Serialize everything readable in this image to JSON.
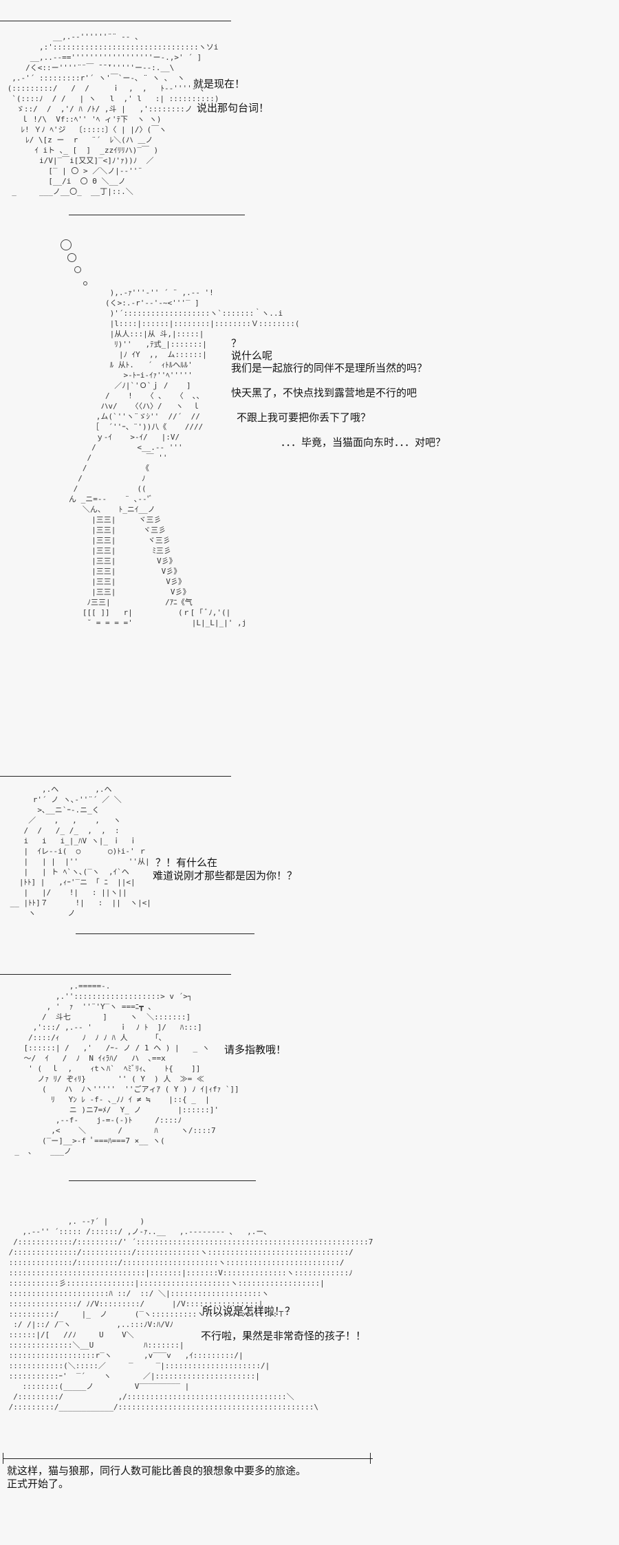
{
  "panel1": {
    "lines": [
      "就是现在！",
      "说出那句台词！"
    ],
    "ascii": "           __,.-‐''''''¨¨ ‐- 、\n        ,:'::::::::::::::::::::::::::::::::ヽソi\n      __,..-‐==''''''''''''''''''ー-.,>' ´ ]\n     /く<::ー''''¨¨￣ ̄ ̄ ̄''''''ー-‐:.__\\\n  ,.-'´ :::::::::r'´ ヽ'￣`ー-､ ¨ ヽ ､  ヽ\n (:::::::::/   /  /     ｉ  ,  ,   ﾄ-‐''''‐ ､\n  `(::::ﾉ  / /   | ヽ   l  ,' l   :| ::::::::::)\n   ゞ::/  /  ,'/ ﾊ /ﾄ/ ,斗 |   ,'::::::::ノ\n    ｌ !/\\  Vf::ﾍ'' 'ﾍ ィ'ﾃ下  ヽ ヽ)\n    ﾚ! Ｙﾉ ﾍ'ジ  〔:::::〕〈 | |/〉(￣ヽ\n     ﾚ/ \\[z ー  r   ¨´  ﾚ＼(ハ ＿ノ\n       ｲ iト ､_ [  ]  _zzｲﾘﾘハ)‾￣ )\n        i/V|‾￣i[又又]‾<]ﾉ'ｧ))ﾉ  ／\n          [‾ | 〇 > ／＼ノ|‐‐''¨\n          [__/i  〇 Θ ＼__ノ\n  _     ___ノ__〇_  __丁|::.＼"
  },
  "panel2": {
    "lines": [
      "？",
      "说什么呢",
      "我们是一起旅行的同伴不是理所当然的吗？",
      "快天黑了，不快点找到露营地是不行的吧",
      "不跟上我可要把你丢下了哦？",
      "．．．毕竟，当猫面向东时．．．对吧？"
    ],
    "ascii": "         ),.-ｧ'''‐'' ´ ¨ ,.-‐ '!\n        (く>:.-r'‐‐'‐~<'''‾ ]\n         )'´:::::::::::::::::::ヽ`:::::::｀ヽ..i\n         |l::::|::::::|::::::::|::::::::Ｖ::::::::(\n         |从人:::|从 斗,|:::::|\n          ﾘ)''   ,ﾃ式_|:::::::|\n           |ﾉ ｲY  ,,  ム::::::|\n         ﾙ 从ﾄ.   ´  ｨﾄﾙヘﾙﾙ'\n            >-ﾄｰi-ｲｧ''ﾍ'''''\n          ／ﾉ|`'Ｏ`ｊ /    ]\n        /    !   〈 ､   〈  ､、\n       ハv/   〈〈ハ〉/   ヽ  ｌ\n      ,ム(`''ヽ¨ゞｼ''  //´  //\n     ［  ´''ｰ、¨'))八《    ////\n      ｙ-ｲ    >-ｲ/   |:V/\n     /         <__.-‐ '''\n    /            ￣ ''\n   /            《\n  /             ﾉ\n /             ((\nん _ニ=-‐    ¨ ､-‐'ﾞ\n   ＼ん、   ﾄ_ニｲ__ノ\n     |三三|     ヾ三彡\n     |三三|      ヾ三彡\n     |三三|       ヾ三彡\n     |三三|        ﾐ三彡\n     |三三|         V彡》\n     |三三|          V彡》\n     |三三|           V彡》\n     |三三|            V彡》\n    ﾉ三三|            /ｱﾆ《气\n   [[[ ]]   r|          (ｒ[ ｢ ﾞﾉ,'(|\n    ˘ = = = ='             |L|_L|_|' ,j"
  },
  "panel3": {
    "lines": [
      "？！有什么在",
      "难道说刚才那些都是因为你！？"
    ],
    "ascii": "        ,.ヘ        ,.ヘ\n      r'´ ノ ヽ､‐''¨´ ／ ＼\n       >､__ニ`ｰ-.ニ_く\n     ／    ,   ,    ,   ヽ\n    /  /   /_ /_  ,  ,  :\n    i   i   i_|_ﾊV ヽ|_ ｉ  ｉ\n    |  ｲレ-‐i(  ○      ○)ﾄi‐' ｒ\n    |   | |  |''           ''从|\n    |   | ト ﾍ`ヽ､(‾ヽ  ,ｲ`ヘ\n   |ﾄﾄ] |   ,ｨｰ'‾ニ 「 ﾆ  ||<|\n    |   |/    !|   : ||ヽ||\n __ |ﾄﾄ]７      !|   :  ||  ヽ|<|\n     ヽ       ノ"
  },
  "panel4": {
    "lines": [
      "请多指教哦！"
    ],
    "ascii": "              ,.=====-.\n           ,.'':::::::::::::::::::> v ´>┐\n         , '  ｧ  ''¨'Y‾ヽ ===ﾆ┳ ､\n        /  斗七       ]     ヽ  ＼:::::::]\n      ,':::/ ,.-‐ '      ｉ  ﾉ ﾄ  ]/   ﾊ:::]\n     /::::/ｨ     ﾉ  ﾉ ﾉ ﾊ 人      ｢､\n    [::::::| /   ,'   /ｰ‐ ノ / 1 ヘ ) |   _ ヽ\n    ～/  ｲ   /  ﾉ  N ｲｨﾗﾊ/   ハ  ､==x\n     ' (  ｌ  ,    ｨtヽﾊ`  ﾍﾐﾞﾘｨ､    ﾄ{    ]]\n       ノｧ ﾘ/ ぞｨﾘ}       '' ( Y  ) 人  ≫= ≪\n        (    ハ  ﾉヽ'''''  ''ごアィｱ ( Y ) ﾉ ｲ|ｨfｧ `]]\n          ﾘ   Yﾝ ﾚ ‐f‐ ､_ﾉﾉ ｲ ≠ ≒    |::{ _  |\n              ニ )ニ7=ﾒ/  Y_ ノ        |::::::]'\n           ,-‐f‐    j-=-(-)ﾄ     /::::ﾉ\n          ,<    ＼       /       ﾊ     ヽ/::::7\n        (‾ー]__>-f ﾟ===ﾊ===7 ×__ ヽ(\n  _  ､    ___ノ"
  },
  "panel5": {
    "lines": [
      "所以说是怎样啦！？",
      "不行啦，果然是非常奇怪的孩子！！"
    ],
    "ascii": "              ,. --ｧ´ |       )\n    ,.-‐'' ´::::: /::::::/ ,ノ-ｧ..__   ,.-‐‐‐‐‐-‐ ､   ,.ー､\n  /::::::::::::/:::::::::/' ´:::::::::::::::::::::::::::::::::::::::::::::::::::7\n /::::::::::::::/:::::::::::/::::::::::::::ヽ:::::::::::::::::::::::::::::::/\n ::::::::::::::/:::::::::/:::::::::::::::::::::ヽ:::::::::::::::::::::::::/\n ::::::::::::::::::::::::::::::|:::::::|:::::::V::::::::::::::ヽ::::::::::::ﾉ\n :::::::::::彡:::::::::::::::|::::::::::::::::::::ヽ::::::::::::::::::|\n ::::::::::::::::::::::ﾊ ::/  ::/ ＼|::::::::::::::::::::ヽ\n :::::::::::::::/ ﾉ/V:::::::::/      |/V::::::::::::::::|\n ::::::::::/     |_  ノ      (‾ヽ::::::::::ヽ::::::::::::::::Ｔ‾\n  :/ /|::/ /‾ヽ          ,..:::ﾉV:ﾊ/Vﾉ\n ::::::|/[   //ﾉ     U    V＼\n ::::::::::::::＼__U           ﾊ:::::::|\n :::::::::::::::::::r‾ヽ       ,v‾‾‾v   ,ｲ:::::::::/|\n ::::::::::::(＼:::::／     ‾     ‾|:::::::::::::::::::::/|\n :::::::::::ｰ'  ‾´    ヽ       ／|::::::::::::::::::::::|\n    ::::::::(_____ノ         V‾‾‾‾‾‾‾‾‾ |\n  /:::::::::/            ,/:::::::::::::::::::::::::::::::::::＼\n /:::::::::/____________/:::::::::::::::::::::::::::::::::::::::::::\\"
  },
  "narration": {
    "line1": "就这样，猫与狼那，同行人数可能比善良的狼想象中要多的旅途。",
    "line2": "正式开始了。"
  }
}
